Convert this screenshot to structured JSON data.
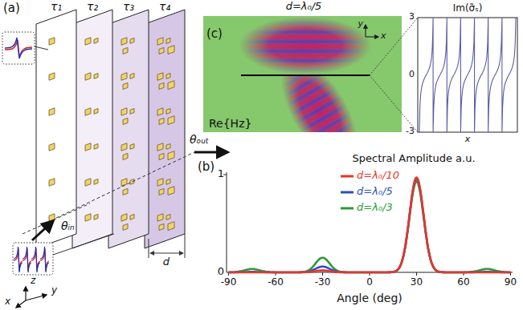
{
  "diagram": {
    "labels": [
      "(a)",
      "τ₁",
      "τ₂",
      "τ₃",
      "τ₄",
      "θᵢₙ",
      "θₒᵤₜ",
      "d",
      "z",
      "y",
      "x",
      "(b)",
      "Spectral Amplitude a.u.",
      "1",
      "0",
      "-90",
      "-60",
      "-30",
      "0",
      "30",
      "60",
      "90",
      "Angle (deg)",
      "(c)",
      "d=λ₀/5",
      "y",
      "x",
      "Re{Hz}",
      "Im(σ̃ₛ)",
      "3",
      "0",
      "-3",
      "x"
    ],
    "legend": [
      {
        "text": "d=λ₀/10",
        "color": "#e8352a"
      },
      {
        "text": "d=λ₀/5",
        "color": "#2b4fc0"
      },
      {
        "text": "d=λ₀/3",
        "color": "#2a9a3a"
      }
    ]
  }
}
